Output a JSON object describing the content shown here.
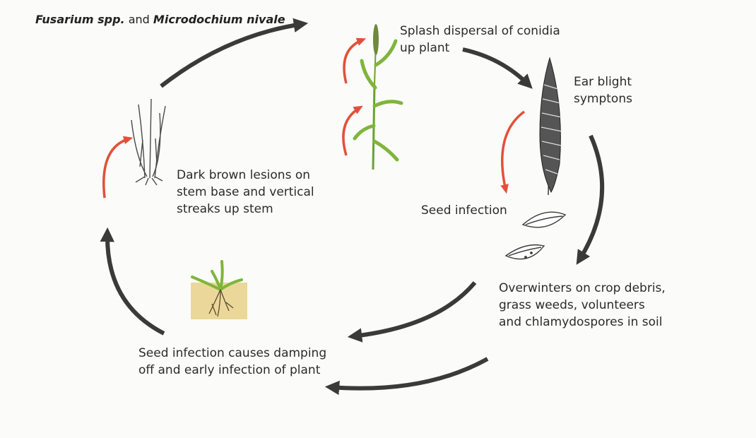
{
  "title": {
    "organism_1": "Fusarium spp.",
    "connector": "and",
    "organism_2": "Microdochium nivale"
  },
  "stages": {
    "splash": [
      "Splash dispersal of conidia",
      "up plant"
    ],
    "ear_blight": [
      "Ear blight",
      "symptons"
    ],
    "seed_infection": "Seed infection",
    "overwinters": [
      "Overwinters on crop debris,",
      "grass weeds, volunteers",
      "and chlamydospores in soil"
    ],
    "damping_off": [
      "Seed infection causes damping",
      "off and early infection of plant"
    ],
    "lesions": [
      "Dark brown lesions on",
      "stem base and vertical",
      "streaks up stem"
    ]
  },
  "colors": {
    "cycle_arrow": "#3a3a3a",
    "infection_arrow": "#e2503a",
    "plant_green": "#7fb53b",
    "soil": "#ecd79a",
    "background": "#fbfbfa"
  }
}
